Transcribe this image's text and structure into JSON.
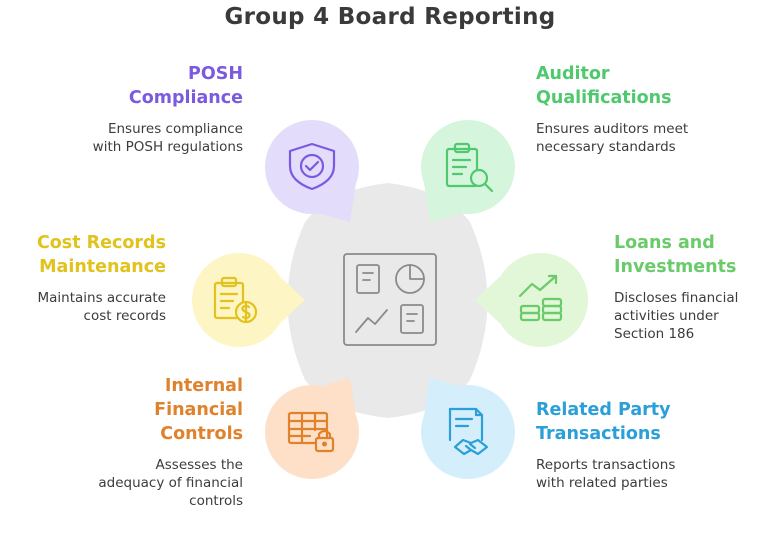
{
  "title": "Group 4 Board Reporting",
  "colors": {
    "purple": "#7b5ae0",
    "green": "#4fc86e",
    "yellow": "#e2c21c",
    "orange": "#e0812c",
    "blue": "#2b9fd8",
    "teal": "#6acb6a"
  },
  "items": [
    {
      "id": "posh",
      "heading": [
        "POSH",
        "Compliance"
      ],
      "desc": [
        "Ensures compliance",
        "with POSH regulations"
      ],
      "icon": "shield-check-icon"
    },
    {
      "id": "auditor",
      "heading": [
        "Auditor",
        "Qualifications"
      ],
      "desc": [
        "Ensures auditors meet",
        "necessary standards"
      ],
      "icon": "clipboard-search-icon"
    },
    {
      "id": "cost",
      "heading": [
        "Cost Records",
        "Maintenance"
      ],
      "desc": [
        "Maintains accurate",
        "cost records"
      ],
      "icon": "clipboard-dollar-icon"
    },
    {
      "id": "loans",
      "heading": [
        "Loans and",
        "Investments"
      ],
      "desc": [
        "Discloses financial",
        "activities under",
        "Section 186"
      ],
      "icon": "coins-growth-icon"
    },
    {
      "id": "ifc",
      "heading": [
        "Internal",
        "Financial",
        "Controls"
      ],
      "desc": [
        "Assesses the",
        "adequacy of financial",
        "controls"
      ],
      "icon": "spreadsheet-lock-icon"
    },
    {
      "id": "rpt",
      "heading": [
        "Related Party",
        "Transactions"
      ],
      "desc": [
        "Reports transactions",
        "with related parties"
      ],
      "icon": "document-handshake-icon"
    }
  ]
}
